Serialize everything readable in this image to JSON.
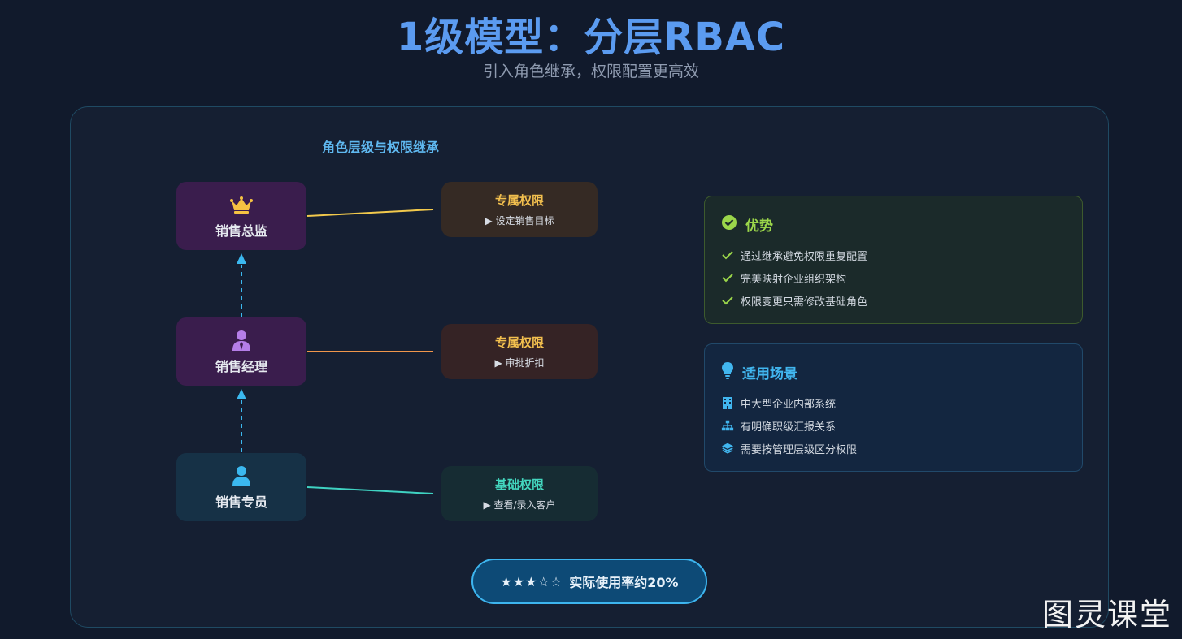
{
  "header": {
    "title": "1级模型：分层RBAC",
    "subtitle": "引入角色继承，权限配置更高效"
  },
  "diagram": {
    "heading": "角色层级与权限继承",
    "roles": [
      {
        "label": "销售总监",
        "icon": "crown-icon",
        "color": "#f5c242"
      },
      {
        "label": "销售经理",
        "icon": "user-tie-icon",
        "color": "#b57ee8"
      },
      {
        "label": "销售专员",
        "icon": "user-icon",
        "color": "#3bb8ef"
      }
    ],
    "permissions": [
      {
        "title": "专属权限",
        "item": "▶ 设定销售目标",
        "line_color": "#f2c94c"
      },
      {
        "title": "专属权限",
        "item": "▶ 审批折扣",
        "line_color": "#f0964b"
      },
      {
        "title": "基础权限",
        "item": "▶ 查看/录入客户",
        "line_color": "#3fd2c2"
      }
    ],
    "inheritance_arrow_color": "#3bb8ef"
  },
  "advantages": {
    "title": "优势",
    "icon": "check-circle-icon",
    "items": [
      "通过继承避免权限重复配置",
      "完美映射企业组织架构",
      "权限变更只需修改基础角色"
    ]
  },
  "use_cases": {
    "title": "适用场景",
    "icon": "lightbulb-icon",
    "items": [
      {
        "text": "中大型企业内部系统",
        "icon": "building-icon"
      },
      {
        "text": "有明确职级汇报关系",
        "icon": "org-chart-icon"
      },
      {
        "text": "需要按管理层级区分权限",
        "icon": "layers-icon"
      }
    ]
  },
  "usage": {
    "stars_filled": "★★★",
    "stars_empty": "☆☆",
    "rating": 3,
    "rating_max": 5,
    "label": "实际使用率约20%"
  },
  "watermark": "图灵课堂",
  "colors": {
    "background": "#111a2c",
    "title": "#5b9bf0",
    "advantage": "#9bd64a",
    "use_case": "#41b6ef"
  }
}
